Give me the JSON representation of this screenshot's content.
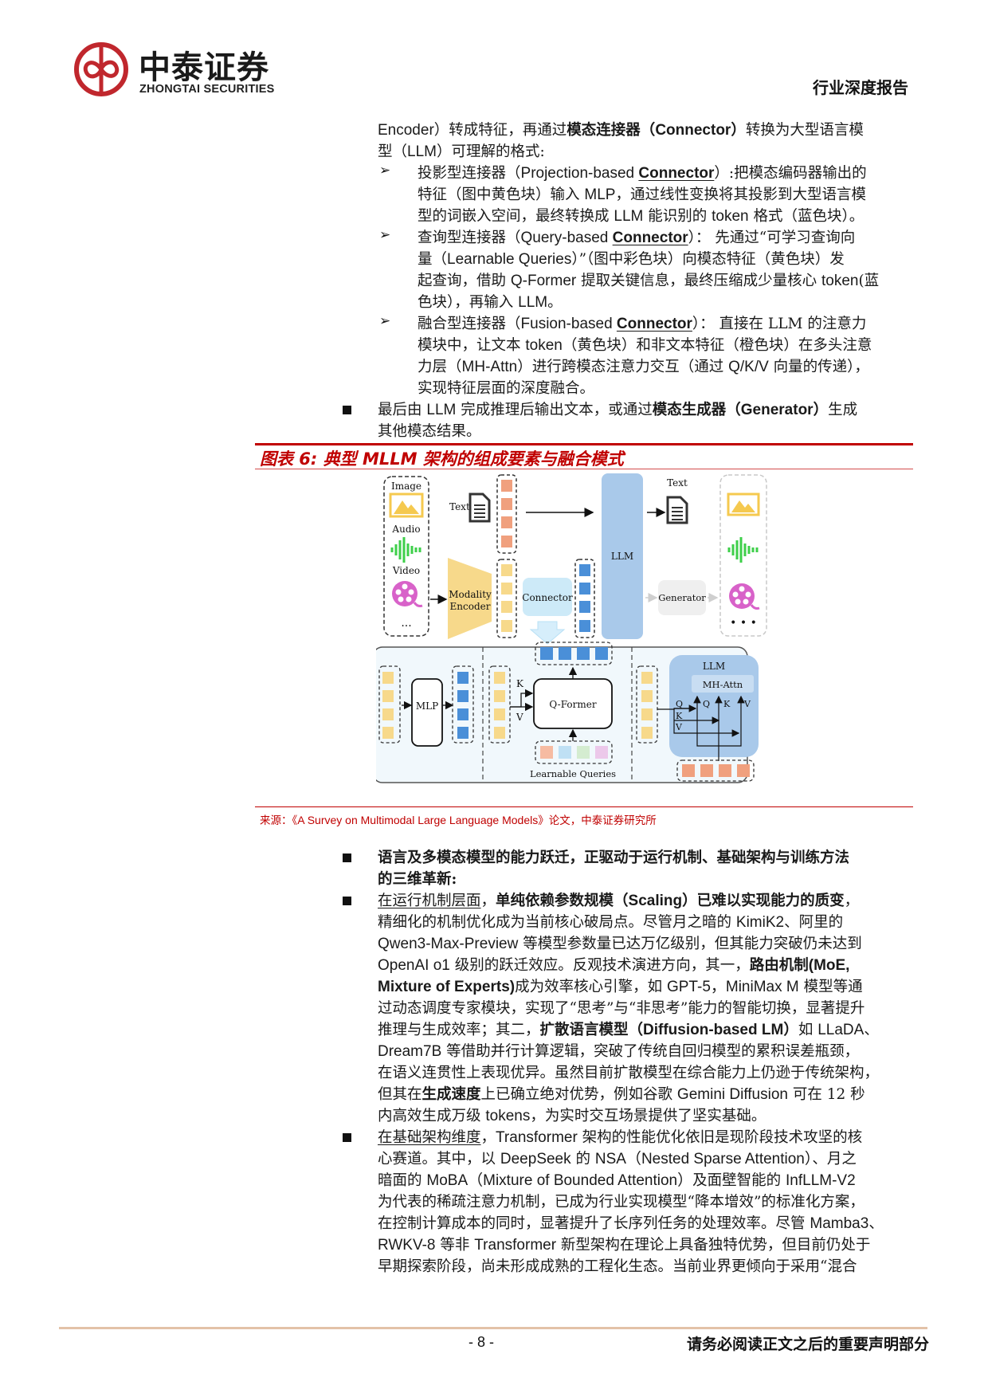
{
  "header": {
    "logo_cn": "中泰证券",
    "logo_en": "ZHONGTAI SECURITIES",
    "report_type": "行业深度报告",
    "brand_color": "#c0272d"
  },
  "intro": {
    "line1_a": "Encoder",
    "line1_b": "）转成特征，再通过",
    "line1_c": "模态连接器（",
    "line1_d": "Connector",
    "line1_e": "）",
    "line1_f": "转换为大型语言模",
    "line2_a": "型（",
    "line2_b": "LLM",
    "line2_c": "）可理解的格式:"
  },
  "connectors": [
    {
      "marker": "➢",
      "lines": [
        {
          "pre": "投影型连接器（",
          "latin": "Projection-based ",
          "bold_u": "Connector",
          "post": "）:把模态编码器输出的"
        },
        {
          "pre": "特征（图中黄色块）输入 ",
          "latin": "MLP",
          "post": "，通过线性变换将其投影到大型语言模"
        },
        {
          "pre": "型的词嵌入空间，最终转换成 ",
          "latin": "LLM",
          "mid": " 能识别的 ",
          "latin2": "token",
          "post": " 格式（蓝色块）。"
        }
      ]
    },
    {
      "marker": "➢",
      "lines": [
        {
          "pre": "查询型连接器（",
          "latin": "Query-based ",
          "bold_u": "Connector",
          "post": "）： 先通过“可学习查询向"
        },
        {
          "pre": "量（",
          "latin": "Learnable Queries",
          "post": "）”（图中彩色块）向模态特征（黄色块）发"
        },
        {
          "pre": "起查询，借助 ",
          "latin": "Q-Former",
          "mid": " 提取关键信息，最终压缩成少量核心 ",
          "latin2": "token",
          "post": "(蓝"
        },
        {
          "pre": "色块），再输入 ",
          "latin": "LLM",
          "post": "。"
        }
      ]
    },
    {
      "marker": "➢",
      "lines": [
        {
          "pre": "融合型连接器（",
          "latin": "Fusion-based ",
          "bold_u": "Connector",
          "post": "）： 直接在 LLM 的注意力"
        },
        {
          "pre": "模块中，让文本 ",
          "latin": "token",
          "post": "（黄色块）和非文本特征（橙色块）在多头注意"
        },
        {
          "pre": "力层（",
          "latin": "MH-Attn",
          "mid": "）进行跨模态注意力交互（通过 ",
          "latin2": "Q/K/V",
          "post": " 向量的传递），"
        },
        {
          "pre": "实现特征层面的深度融合。"
        }
      ]
    }
  ],
  "generator_bullet": {
    "line1_a": "最后由 ",
    "line1_b": "LLM",
    "line1_c": " 完成推理后输出文本，或通过",
    "line1_d": "模态生成器（",
    "line1_e": "Generator",
    "line1_f": "）",
    "line1_g": "生成",
    "line2": "其他模态结果。"
  },
  "figure": {
    "title": "图表 6: 典型 MLLM 架构的组成要素与融合模式",
    "source_a": "来源：《",
    "source_b": "A Survey on Multimodal Large Language Models",
    "source_c": "》论文，中泰证券研究所",
    "accent_color": "#c00000",
    "diagram": {
      "inputs_label": [
        "Image",
        "Audio",
        "Video",
        "..."
      ],
      "text_label": "Text",
      "modality_encoder": "Modality Encoder",
      "connector": "Connector",
      "llm": "LLM",
      "output_text_label": "Text",
      "generator": "Generator",
      "mlp": "MLP",
      "qformer": "Q-Former",
      "learnable_queries": "Learnable Queries",
      "k_label": "K",
      "v_label": "V",
      "q_label": "Q",
      "fusion_llm": "LLM",
      "mh_attn": "MH-Attn",
      "colors": {
        "yellow": "#f7d98b",
        "orange": "#f0a07e",
        "blue": "#4a8fd8",
        "llm_blue": "#a9c9ea",
        "connector_blue": "#cdeaf8",
        "generator_gray": "#efefef",
        "panel_bg": "#f1f8fc",
        "audio_green": "#3ecf4a",
        "video_magenta": "#d862c9"
      }
    }
  },
  "body": {
    "p1_line1": "语言及多模态模型的能力跃迁，正驱动于运行机制、基础架构与训练方法",
    "p1_line2": "的三维革新:",
    "p2_lines": [
      {
        "u": "在运行机制层面",
        "pre": "，",
        "bold": "单纯依赖参数规模（",
        "boldlatin": "Scaling",
        "bold2": "）已难以实现能力的质变",
        "post": "，"
      },
      {
        "pre": "精细化的机制优化成为当前核心破局点。尽管月之暗的 ",
        "latin": "KimiK2",
        "post": "、阿里的"
      },
      {
        "latin": "Qwen3-Max-Preview",
        "post": " 等模型参数量已达万亿级别，但其能力突破仍未达到"
      },
      {
        "latin": "OpenAI o1",
        "mid": " 级别的跃迁效应。反观技术演进方向，其一，",
        "bold": "路由机制",
        "boldlatin": "(MoE,"
      },
      {
        "boldlatin": "Mixture of Experts)",
        "pre": "成为效率核心引擎，如 ",
        "latin": "GPT-5，MiniMax M",
        "post": " 模型等通"
      },
      {
        "pre": "过动态调度专家模块，实现了“思考”与“非思考”能力的智能切换，显著提升"
      },
      {
        "pre": "推理与生成效率；其二，",
        "bold": "扩散语言模型（",
        "boldlatin": "Diffusion-based LM",
        "bold2": "）",
        "post": "如 ",
        "latin": "LLaDA",
        "post2": "、"
      },
      {
        "latin": "Dream7B",
        "post": " 等借助并行计算逻辑，突破了传统自回归模型的累积误差瓶颈，"
      },
      {
        "pre": "在语义连贯性上表现优异。虽然目前扩散模型在综合能力上仍逊于传统架构，"
      },
      {
        "pre": "但其在",
        "bold": "生成速度",
        "post": "上已确立绝对优势，例如谷歌 ",
        "latin": "Gemini Diffusion",
        "post2": " 可在 12 秒"
      },
      {
        "pre": "内高效生成万级 ",
        "latin": "tokens",
        "post": "，为实时交互场景提供了坚实基础。"
      }
    ],
    "p3_lines": [
      {
        "u": "在基础架构维度",
        "pre": "，",
        "latin": "Transformer",
        "post": " 架构的性能优化依旧是现阶段技术攻坚的核"
      },
      {
        "pre": "心赛道。其中，以 ",
        "latin": "DeepSeek",
        "mid": " 的 ",
        "latin2": "NSA（Nested Sparse Attention）",
        "post": "、月之"
      },
      {
        "pre": "暗面的 ",
        "latin": "MoBA（Mixture of Bounded Attention）",
        "mid": "及面壁智能的 ",
        "latin2": "InfLLM-V2"
      },
      {
        "pre": "为代表的稀疏注意力机制，已成为行业实现模型“降本增效”的标准化方案，"
      },
      {
        "pre": "在控制计算成本的同时，显著提升了长序列任务的处理效率。尽管 ",
        "latin": "Mamba3",
        "post": "、"
      },
      {
        "latin": "RWKV-8",
        "pre": " 等非 ",
        "latin2": "Transformer",
        "post": " 新型架构在理论上具备独特优势，但目前仍处于"
      },
      {
        "pre": "早期探索阶段，尚未形成成熟的工程化生态。当前业界更倾向于采用“混合"
      }
    ]
  },
  "footer": {
    "page_number": "- 8 -",
    "disclaimer": "请务必阅读正文之后的重要声明部分",
    "rule_color": "#e3c2a8"
  }
}
